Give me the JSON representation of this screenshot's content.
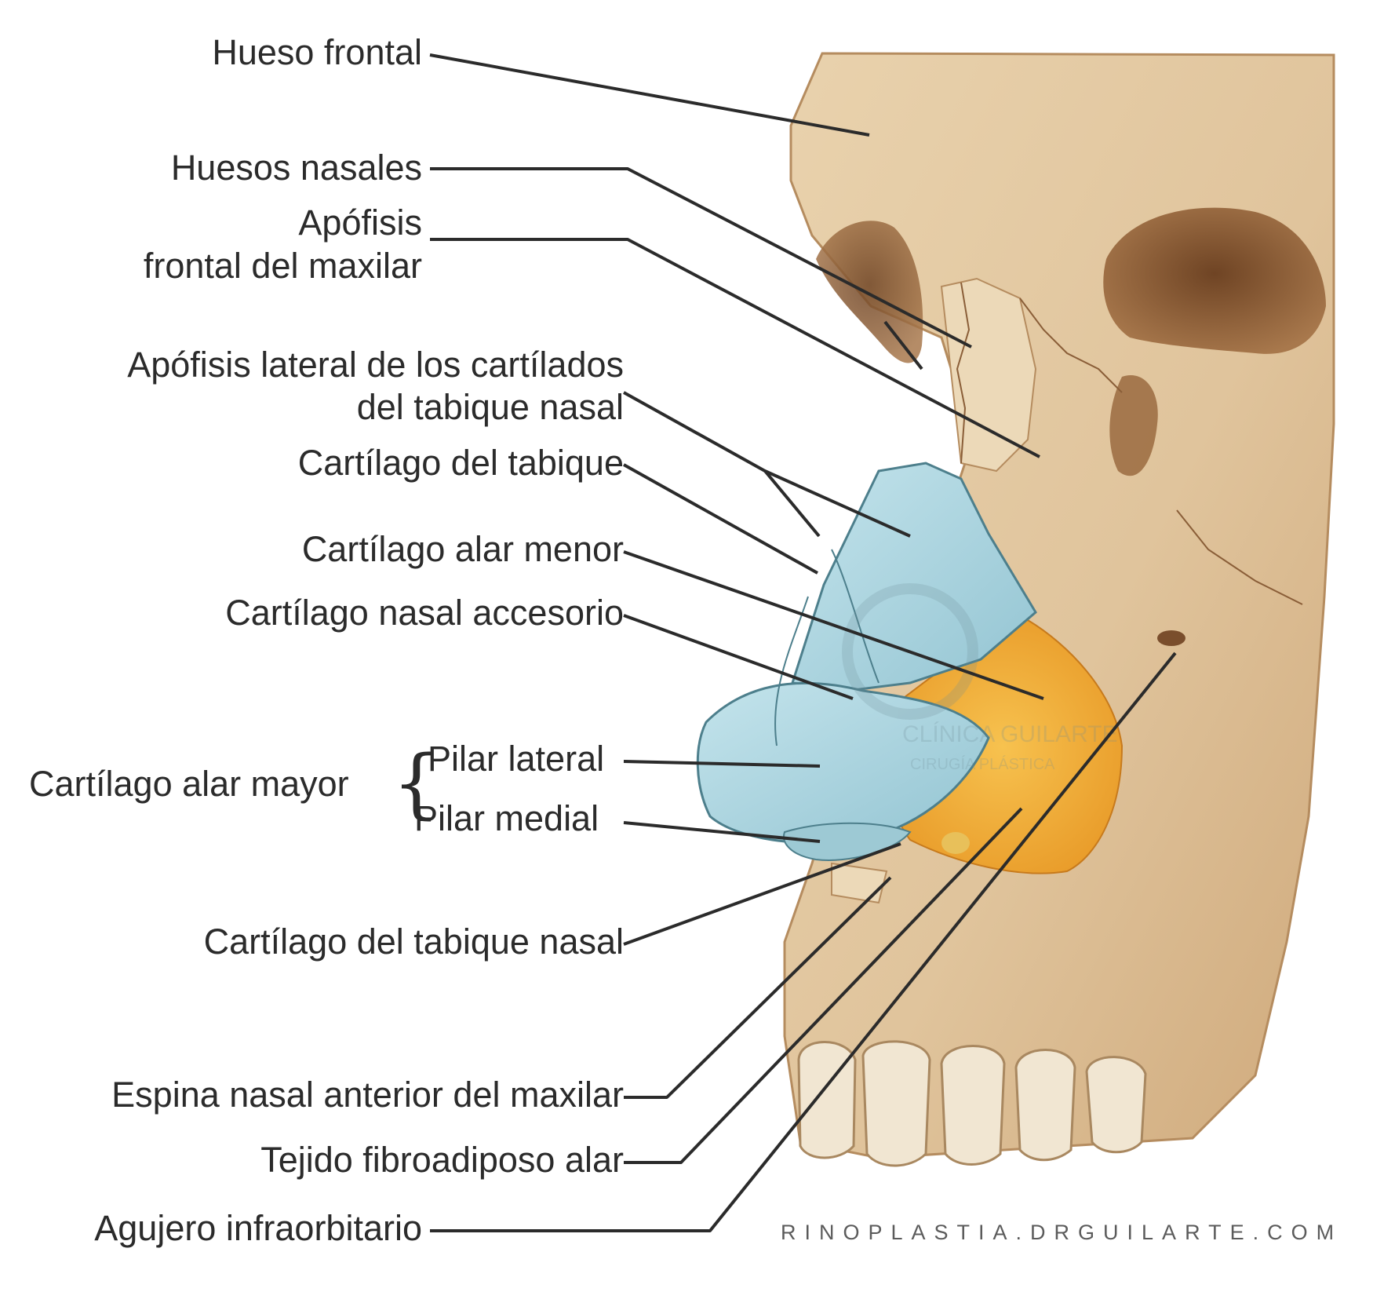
{
  "labels": {
    "hueso_frontal": "Hueso frontal",
    "huesos_nasales": "Huesos nasales",
    "apofisis_frontal_l1": "Apófisis",
    "apofisis_frontal_l2": "frontal del maxilar",
    "apofisis_lateral_l1": "Apófisis lateral de los cartílados",
    "apofisis_lateral_l2": "del tabique nasal",
    "cartilago_tabique": "Cartílago del tabique",
    "cartilago_alar_menor": "Cartílago alar menor",
    "cartilago_nasal_accesorio": "Cartílago nasal accesorio",
    "cartilago_alar_mayor": "Cartílago alar mayor",
    "pilar_lateral": "Pilar lateral",
    "pilar_medial": "Pilar medial",
    "cartilago_tabique_nasal": "Cartílago del tabique nasal",
    "espina_nasal": "Espina nasal anterior del maxilar",
    "tejido_fibroadiposo": "Tejido fibroadiposo alar",
    "agujero_infraorbitario": "Agujero infraorbitario"
  },
  "brace_glyph": "{",
  "watermark": "RINOPLASTIA.DRGUILARTE.COM",
  "logo_text_1": "CLÍNICA GUILARTE",
  "logo_text_2": "CIRUGÍA PLÁSTICA",
  "colors": {
    "bone": "#e3c9a3",
    "bone_dark": "#c9a57a",
    "orbit": "#8a5a34",
    "cartilage": "#a9d3de",
    "cartilage_edge": "#4d7f8c",
    "fat": "#f2b23c",
    "leader": "#2b2b2b",
    "text": "#2b2b2b"
  }
}
